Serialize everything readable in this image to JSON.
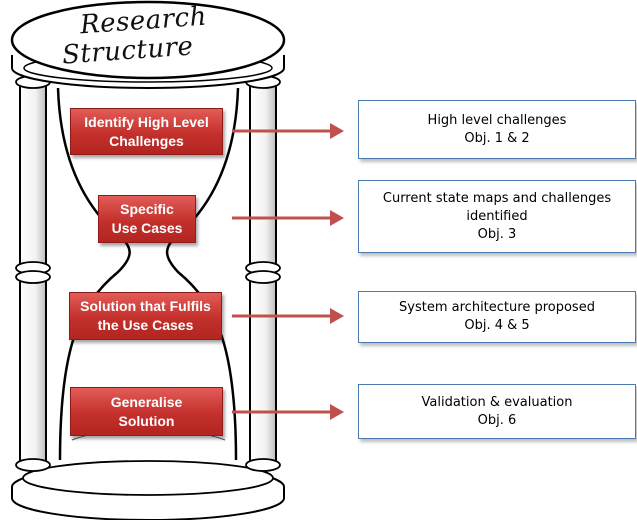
{
  "hourglass": {
    "title_line1": "Research",
    "title_line2": "Structure"
  },
  "stages": [
    {
      "label": "Identify High Level\nChallenges"
    },
    {
      "label": "Specific\nUse Cases"
    },
    {
      "label": "Solution that Fulfils\nthe Use Cases"
    },
    {
      "label": "Generalise\nSolution"
    }
  ],
  "outcomes": [
    {
      "line1": "High level challenges",
      "line2": "Obj. 1 & 2"
    },
    {
      "line1": "Current state maps and challenges",
      "line2": "identified",
      "line3": "Obj. 3"
    },
    {
      "line1": "System architecture proposed",
      "line2": "Obj. 4 & 5"
    },
    {
      "line1": "Validation & evaluation",
      "line2": "Obj. 6"
    }
  ],
  "colors": {
    "stage_box": "#c4302c",
    "arrow": "#c0504d",
    "outcome_border": "#4a7ab0"
  }
}
